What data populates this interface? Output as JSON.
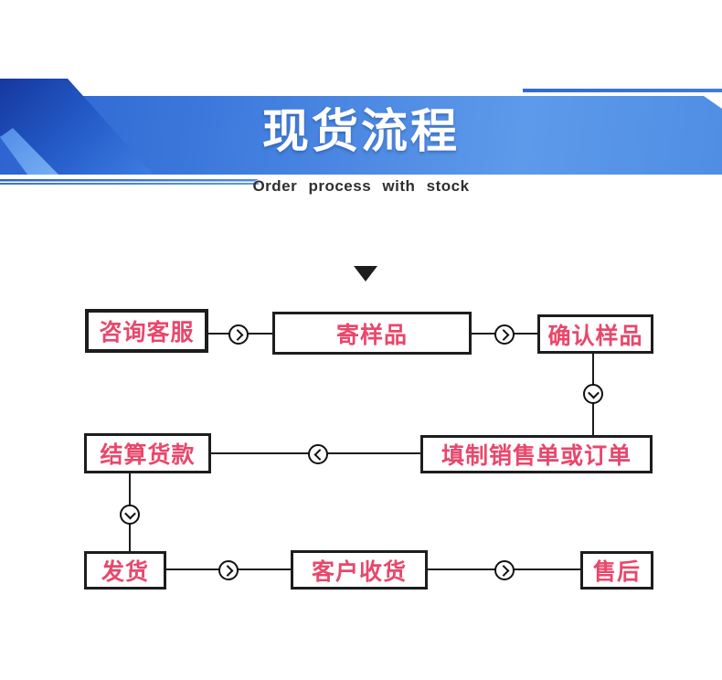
{
  "banner": {
    "title": "现货流程",
    "subtitle": "Order process with stock",
    "colors": {
      "band_left": "#2c63d0",
      "band_right": "#4f8ee4",
      "decor_navy": "#16389e",
      "decor_light": "#7ab0f2"
    }
  },
  "flow": {
    "node_text_color": "#e9476b",
    "line_color": "#1b1b1b",
    "nodes": [
      {
        "label": "咨询客服"
      },
      {
        "label": "寄样品"
      },
      {
        "label": "确认样品"
      },
      {
        "label": "结算货款"
      },
      {
        "label": "填制销售单或订单"
      },
      {
        "label": "发货"
      },
      {
        "label": "客户收货"
      },
      {
        "label": "售后"
      }
    ],
    "edges": [
      {
        "from": "咨询客服",
        "to": "寄样品",
        "direction": "right"
      },
      {
        "from": "寄样品",
        "to": "确认样品",
        "direction": "right"
      },
      {
        "from": "确认样品",
        "to": "填制销售单或订单",
        "direction": "down"
      },
      {
        "from": "填制销售单或订单",
        "to": "结算货款",
        "direction": "left"
      },
      {
        "from": "结算货款",
        "to": "发货",
        "direction": "down"
      },
      {
        "from": "发货",
        "to": "客户收货",
        "direction": "right"
      },
      {
        "from": "客户收货",
        "to": "售后",
        "direction": "right"
      }
    ]
  }
}
